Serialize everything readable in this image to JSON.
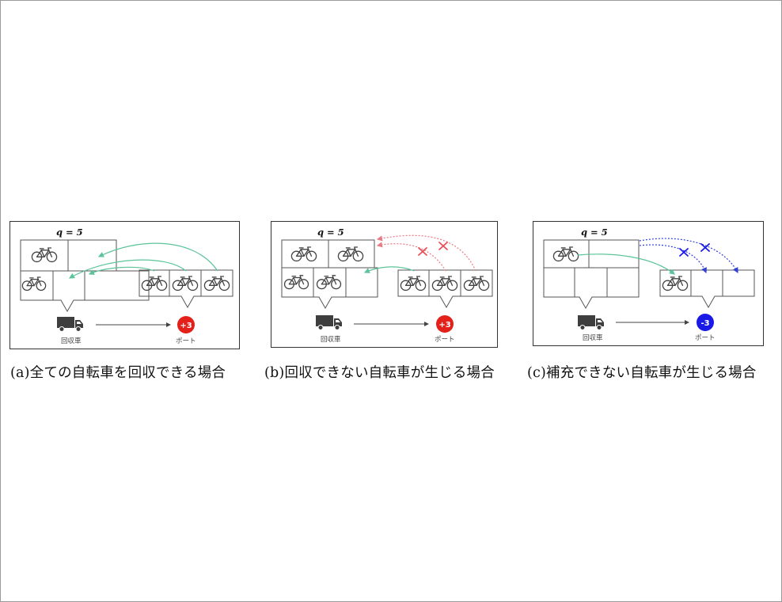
{
  "panels": [
    {
      "id": "a",
      "capacity_label": "q = 5",
      "truck_label": "回収車",
      "port_label": "ポート",
      "badge": "+3",
      "badge_color": "#e32019",
      "caption": "(a)全ての自転車を回収できる場合"
    },
    {
      "id": "b",
      "capacity_label": "q = 5",
      "truck_label": "回収車",
      "port_label": "ポート",
      "badge": "+3",
      "badge_color": "#e32019",
      "caption": "(b)回収できない自転車が生じる場合"
    },
    {
      "id": "c",
      "capacity_label": "q = 5",
      "truck_label": "回収車",
      "port_label": "ポート",
      "badge": "-3",
      "badge_color": "#1a1ae6",
      "caption": "(c)補充できない自転車が生じる場合"
    }
  ],
  "colors": {
    "green_arrow": "#5cc49a",
    "red_arrow": "#ec7a84",
    "red_cross": "#e8505a",
    "blue_arrow": "#3340d8",
    "blue_cross": "#1a1ae6",
    "icon_gray": "#444444"
  },
  "icons": [
    "bicycle-icon",
    "truck-icon",
    "cross-icon"
  ]
}
